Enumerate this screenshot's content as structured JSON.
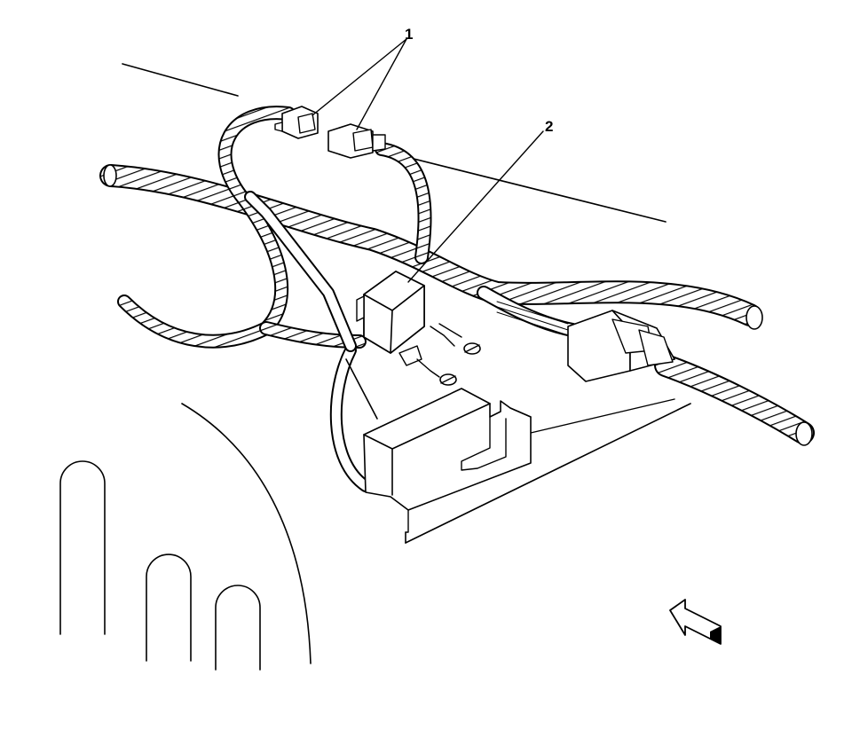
{
  "diagram": {
    "callouts": [
      {
        "id": "connectors",
        "label": "1"
      },
      {
        "id": "component",
        "label": "2"
      }
    ],
    "colors": {
      "ink": "#000000",
      "paper": "#ffffff"
    },
    "parts": [
      "harness-connectors",
      "module-with-screws",
      "main-harness",
      "inline-connector",
      "mounting-bracket",
      "body-panel",
      "direction-arrow"
    ]
  }
}
